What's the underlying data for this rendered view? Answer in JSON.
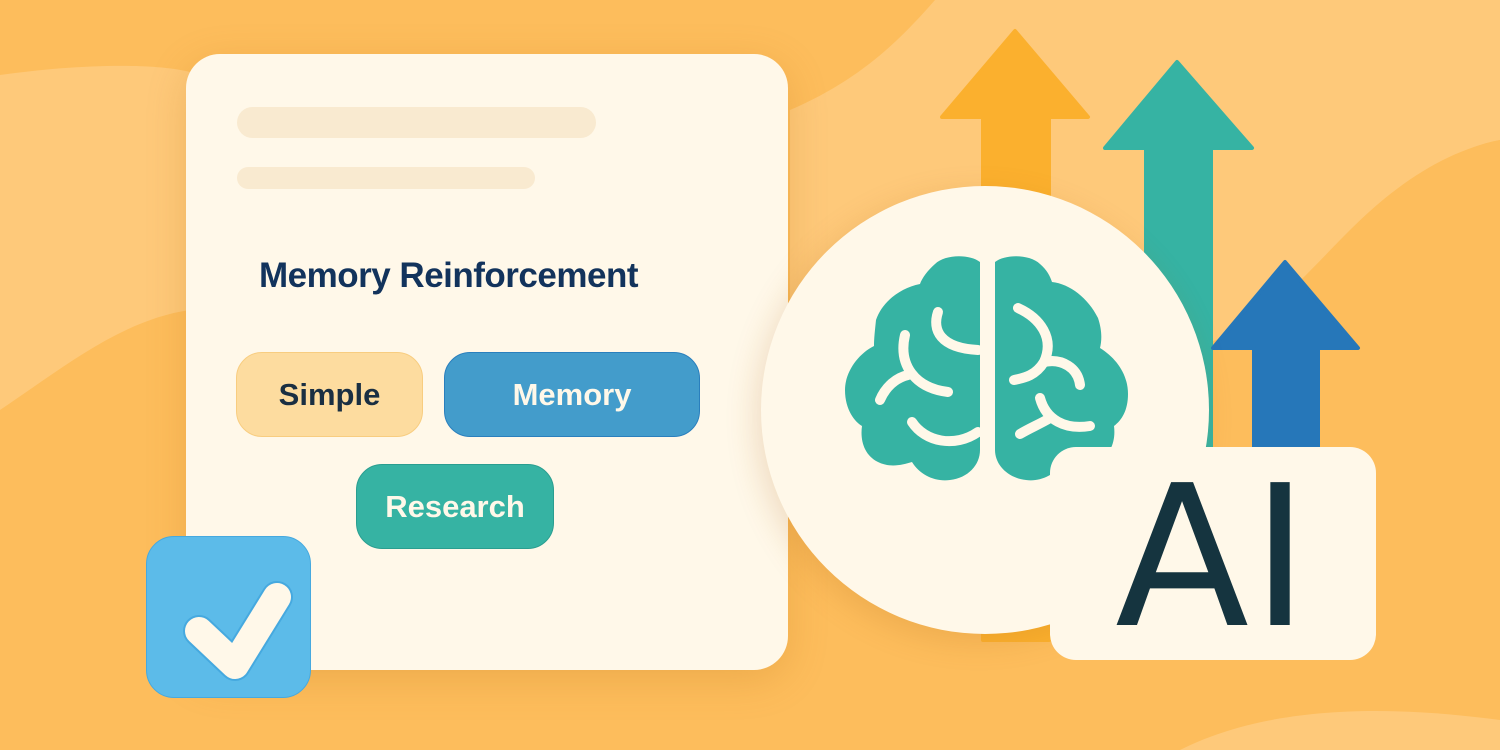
{
  "colors": {
    "background": "#fdbd5c",
    "background_light": "#fec97a",
    "card": "#fff8e9",
    "placeholder_bar": "#f9ead0",
    "title": "#12335c",
    "chip_simple": "#fddc9f",
    "chip_memory": "#439ccb",
    "chip_research": "#36b3a3",
    "checkbox": "#5cbbe9",
    "arrow_orange": "#fbb02e",
    "arrow_teal": "#36b3a3",
    "arrow_blue": "#2677b9",
    "brain": "#36b3a3",
    "ai_text": "#15343f"
  },
  "card": {
    "title": "Memory Reinforcement",
    "placeholder_bars": 2,
    "chips": [
      {
        "label": "Simple"
      },
      {
        "label": "Memory"
      },
      {
        "label": "Research"
      }
    ],
    "checkbox": {
      "icon": "checkmark-icon",
      "checked": true
    }
  },
  "illustration": {
    "center_icon": "brain-icon",
    "badge": "AI",
    "arrows": [
      "arrow-up-orange",
      "arrow-up-teal",
      "arrow-up-blue"
    ]
  }
}
